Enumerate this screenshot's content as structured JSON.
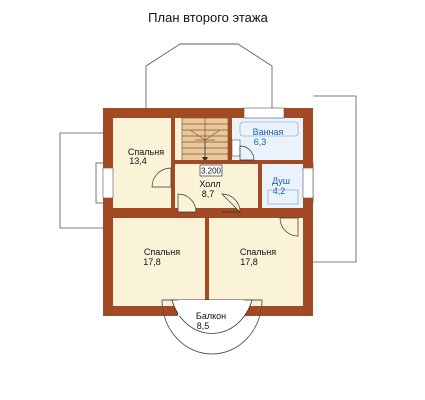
{
  "title": "План второго этажа",
  "elevation_mark": "3.200",
  "rooms": [
    {
      "id": "bedroom-1",
      "name": "Спальня",
      "area": "13,4"
    },
    {
      "id": "hall",
      "name": "Холл",
      "area": "8,7"
    },
    {
      "id": "bathroom",
      "name": "Ванная",
      "area": "6,3"
    },
    {
      "id": "shower",
      "name": "Душ",
      "area": "4,2"
    },
    {
      "id": "bedroom-2",
      "name": "Спальня",
      "area": "17,8"
    },
    {
      "id": "bedroom-3",
      "name": "Спальня",
      "area": "17,8"
    },
    {
      "id": "balcony",
      "name": "Балкон",
      "area": "8,5"
    }
  ],
  "colors": {
    "wall": "#a34a24",
    "floor": "#fbf3d8",
    "wet_floor": "#eaf2fb",
    "stairs": "#e8c79c",
    "roof_lines": "#555555",
    "room_text": "#111111",
    "wet_text": "#1a5fb4"
  }
}
